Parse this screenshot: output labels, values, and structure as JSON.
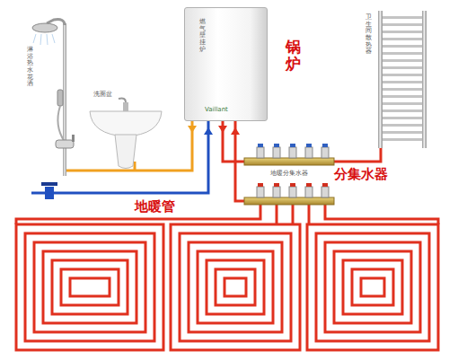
{
  "diagram": {
    "nodes": [
      {
        "text": [
          "燃气壁挂炉",
          "Vaillant",
          "锅炉"
        ]
      }
    ],
    "labels": [
      "淋浴热水花洒",
      "洗面盆",
      "卫生间散热器",
      "地暖分集水器",
      "分集水器",
      "地暖管"
    ]
  }
}
